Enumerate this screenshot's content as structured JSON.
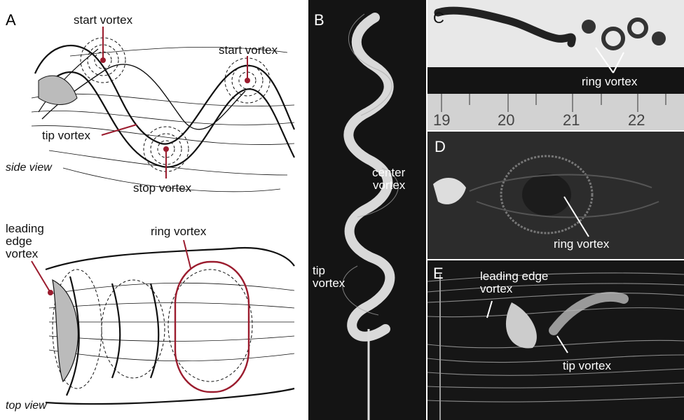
{
  "figure": {
    "panels": {
      "A": {
        "letter": "A",
        "side_view": "side view",
        "top_view": "top view",
        "start_vortex_left": "start vortex",
        "start_vortex_right": "start vortex",
        "tip_vortex": "tip vortex",
        "stop_vortex": "stop vortex",
        "leading_edge_vortex": [
          "leading",
          "edge",
          "vortex"
        ],
        "ring_vortex": "ring vortex"
      },
      "B": {
        "letter": "B",
        "center_vortex": [
          "center",
          "vortex"
        ],
        "tip_vortex": [
          "tip",
          "vortex"
        ]
      },
      "C": {
        "letter": "C",
        "ring_vortex": "ring vortex",
        "ruler_numbers": [
          "19",
          "20",
          "21",
          "22"
        ]
      },
      "D": {
        "letter": "D",
        "ring_vortex": "ring vortex"
      },
      "E": {
        "letter": "E",
        "leading_edge_vortex": [
          "leading edge",
          "vortex"
        ],
        "tip_vortex": "tip vortex"
      }
    },
    "colors": {
      "annotation_red": "#9b1c2e",
      "ink": "#111111",
      "photo_dark": "#141414",
      "photo_gray": "#3a3a3a",
      "light_bg": "#e8e8e8"
    }
  }
}
